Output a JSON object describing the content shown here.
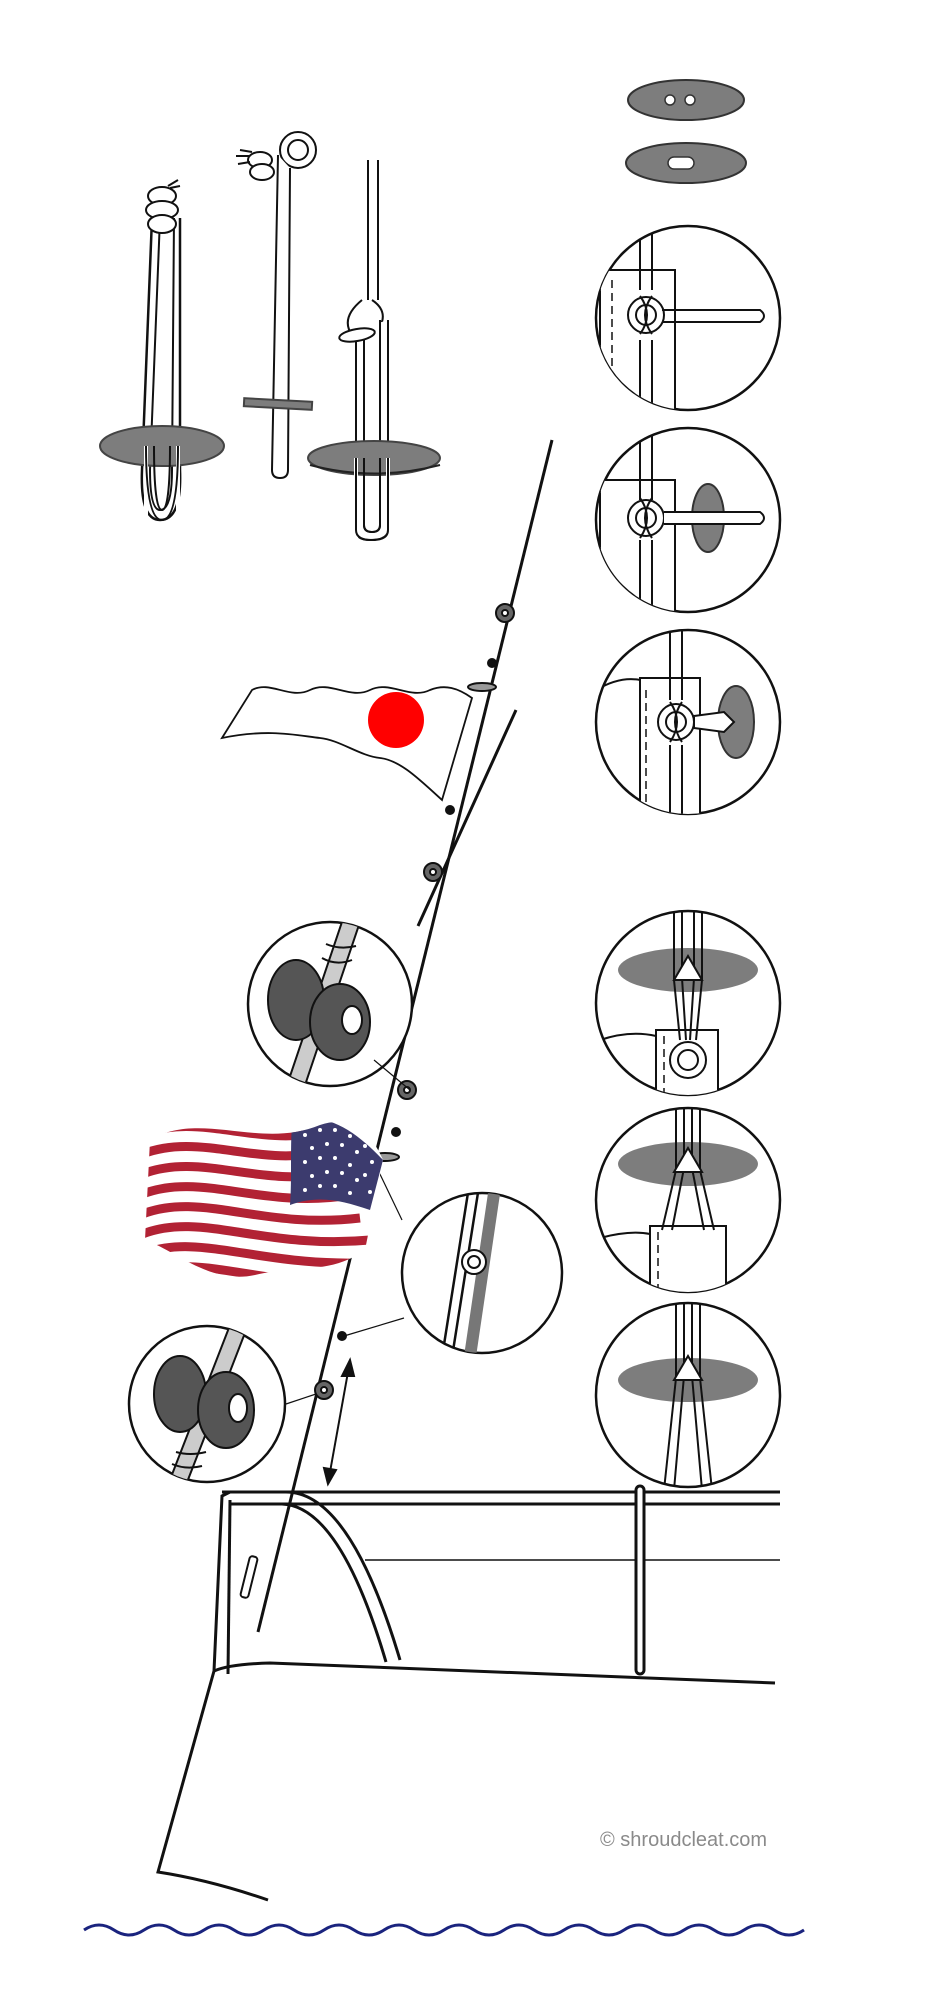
{
  "credit": {
    "text": "© shroudcleat.com"
  },
  "colors": {
    "line": "#111111",
    "cleat_gray": "#7d7d7d",
    "cleat_dark": "#555555",
    "japan_disc": "#ff0000",
    "us_red": "#b22234",
    "us_blue": "#3c3b6e",
    "water": "#1a237e"
  },
  "icons": {
    "knot_examples": "rope-knot-icon",
    "flag_1": "japan-flag",
    "flag_2": "us-flag"
  }
}
